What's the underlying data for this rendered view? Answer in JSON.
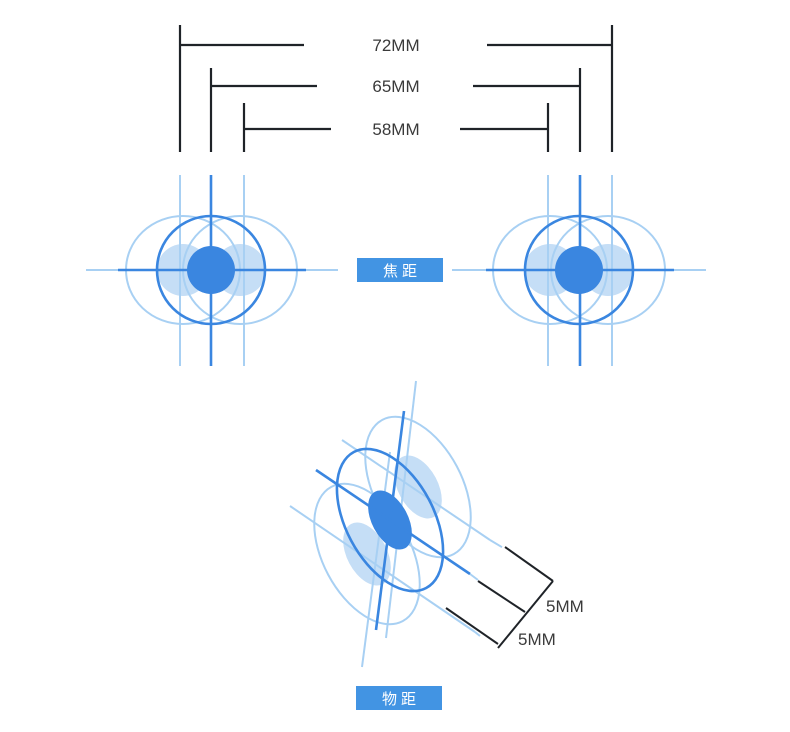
{
  "dimensions": {
    "lens_72": "72MM",
    "lens_65": "65MM",
    "lens_58": "58MM",
    "offset_upper": "5MM",
    "offset_lower": "5MM"
  },
  "tags": {
    "focal_length": "焦距",
    "object_distance": "物距"
  },
  "colors": {
    "dark_line": "#1f2328",
    "primary_blue": "#3a86e0",
    "light_blue": "#a8d0f3",
    "pale_blue_fill": "#c5def6",
    "tag_background": "#4294e3"
  }
}
